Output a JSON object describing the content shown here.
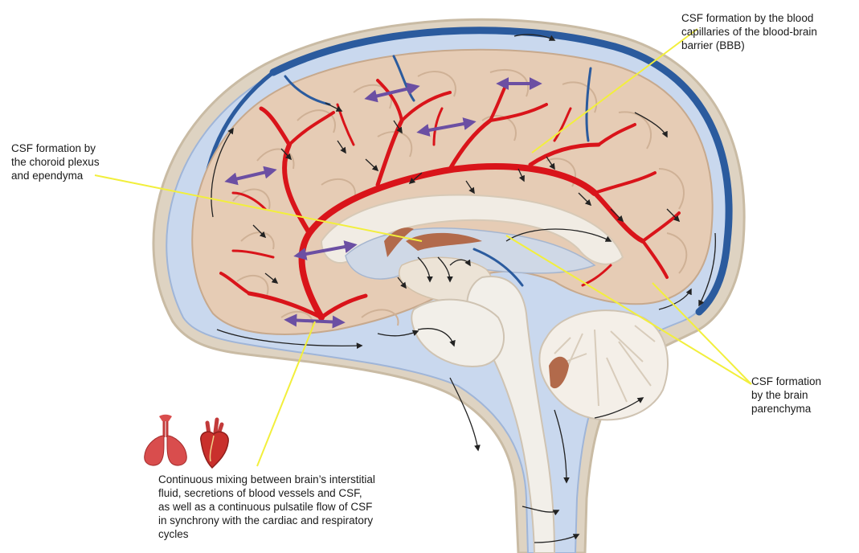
{
  "labels": {
    "bbb": [
      "CSF formation by the blood",
      "capillaries of the blood-brain",
      "barrier (BBB)"
    ],
    "choroid": [
      "CSF formation by",
      "the choroid plexus",
      "and ependyma"
    ],
    "parenchyma": [
      "CSF formation",
      "by the brain",
      "parenchyma"
    ],
    "mixing": [
      "Continuous mixing between brain’s interstitial",
      "fluid, secretions of blood vessels and CSF,",
      "as well as a continuous pulsatile flow of CSF",
      "in synchrony with the cardiac and respiratory",
      "cycles"
    ]
  },
  "icons": {
    "lungs": "lungs-icon",
    "heart": "heart-icon"
  },
  "colors": {
    "leader_line": "#f2ef3c",
    "artery": "#d9141a",
    "vein": "#2b5b9e",
    "csf": "#c9d8ee",
    "brain_tissue": "#e6ccb5",
    "skull": "#ded3c2",
    "exchange_arrow": "#6b4fa3",
    "flow_arrow": "#222222"
  }
}
